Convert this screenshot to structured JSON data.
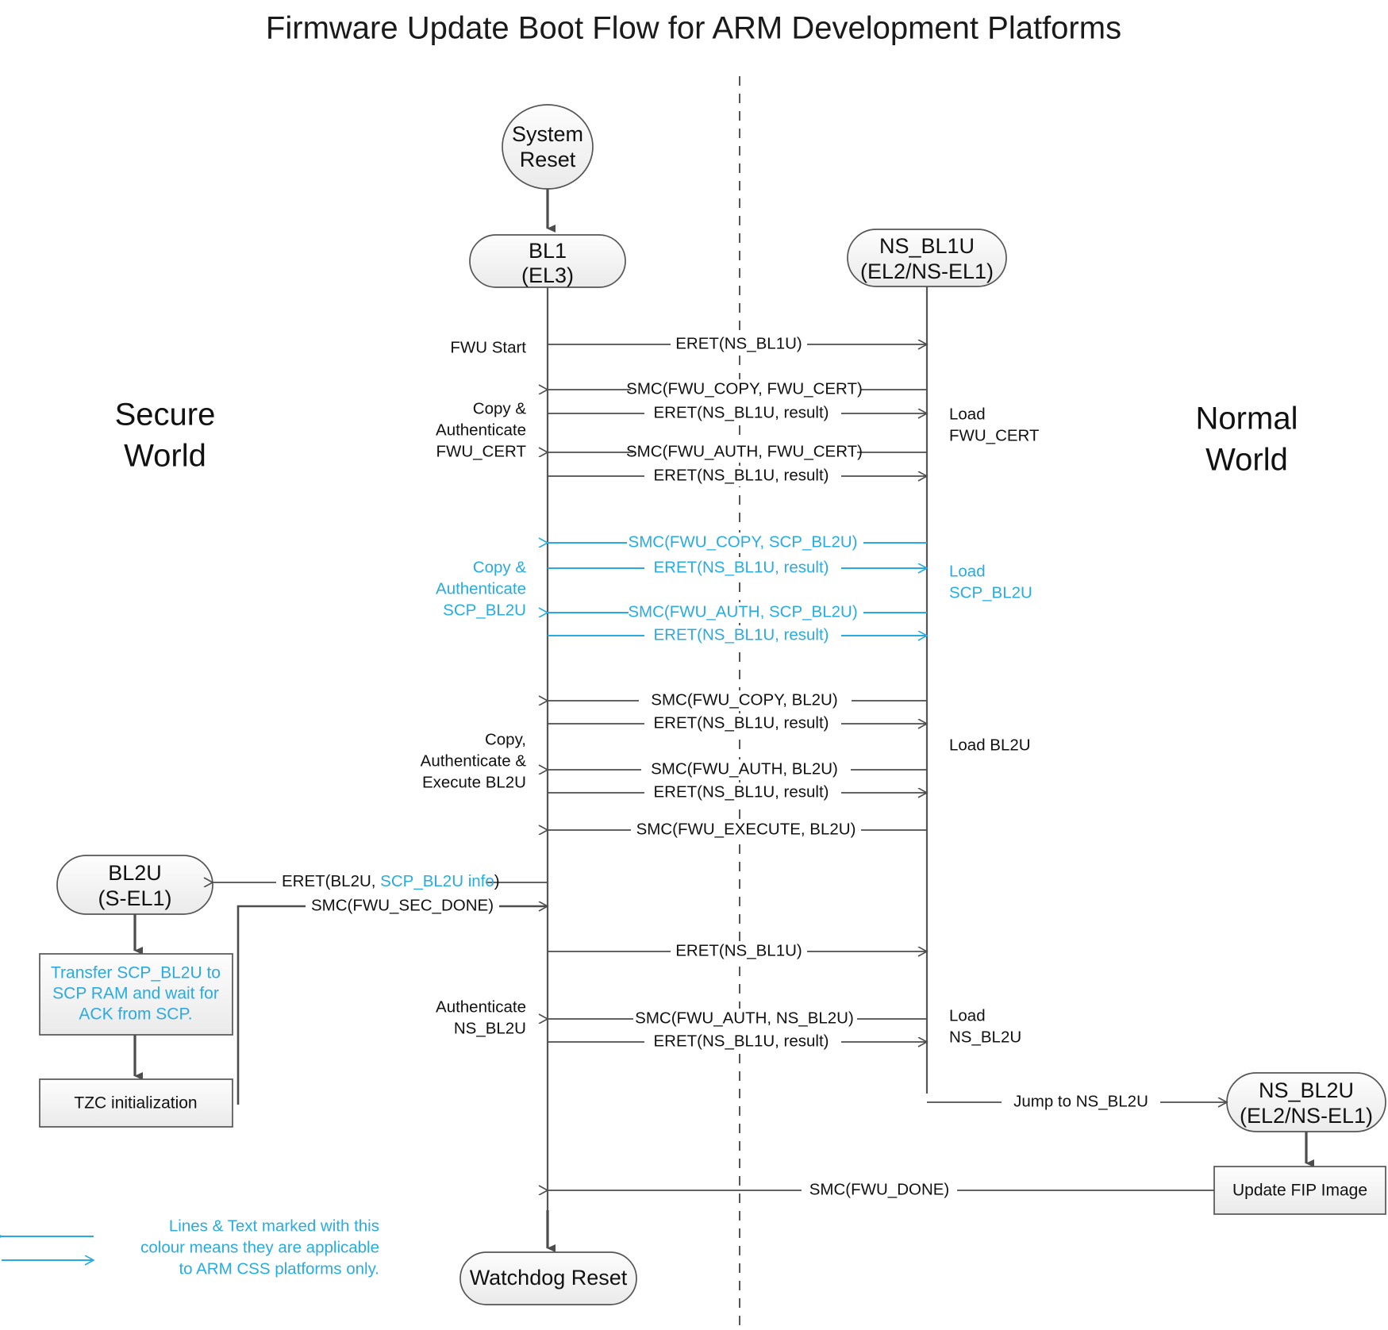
{
  "title": "Firmware Update Boot Flow for ARM Development Platforms",
  "colors": {
    "css_highlight": "#29ABE2",
    "line": "#4d4d4d",
    "text": "#111111",
    "node_fill": "#f2f2f2"
  },
  "worlds": {
    "secure_line1": "Secure",
    "secure_line2": "World",
    "normal_line1": "Normal",
    "normal_line2": "World"
  },
  "nodes": {
    "system_reset_line1": "System",
    "system_reset_line2": "Reset",
    "bl1_line1": "BL1",
    "bl1_line2": "(EL3)",
    "ns_bl1u_line1": "NS_BL1U",
    "ns_bl1u_line2": "(EL2/NS-EL1)",
    "bl2u_line1": "BL2U",
    "bl2u_line2": "(S-EL1)",
    "ns_bl2u_line1": "NS_BL2U",
    "ns_bl2u_line2": "(EL2/NS-EL1)",
    "watchdog_reset": "Watchdog Reset",
    "transfer_box_line1": "Transfer SCP_BL2U to",
    "transfer_box_line2": "SCP RAM and wait for",
    "transfer_box_line3": "ACK from SCP.",
    "tzc_box": "TZC initialization",
    "update_fip_box": "Update FIP Image"
  },
  "messages": [
    {
      "id": "m1",
      "label": "ERET(NS_BL1U)",
      "dir": "right",
      "highlight": false
    },
    {
      "id": "m2",
      "label": "SMC(FWU_COPY, FWU_CERT)",
      "dir": "left",
      "highlight": false
    },
    {
      "id": "m3",
      "label": "ERET(NS_BL1U, result)",
      "dir": "right",
      "highlight": false
    },
    {
      "id": "m4",
      "label": "SMC(FWU_AUTH, FWU_CERT)",
      "dir": "left",
      "highlight": false
    },
    {
      "id": "m5",
      "label": "ERET(NS_BL1U, result)",
      "dir": "right",
      "highlight": false
    },
    {
      "id": "m6",
      "label": "SMC(FWU_COPY, SCP_BL2U)",
      "dir": "left",
      "highlight": true
    },
    {
      "id": "m7",
      "label": "ERET(NS_BL1U, result)",
      "dir": "right",
      "highlight": true
    },
    {
      "id": "m8",
      "label": "SMC(FWU_AUTH, SCP_BL2U)",
      "dir": "left",
      "highlight": true
    },
    {
      "id": "m9",
      "label": "ERET(NS_BL1U, result)",
      "dir": "right",
      "highlight": true
    },
    {
      "id": "m10",
      "label": "SMC(FWU_COPY, BL2U)",
      "dir": "left",
      "highlight": false
    },
    {
      "id": "m11",
      "label": "ERET(NS_BL1U, result)",
      "dir": "right",
      "highlight": false
    },
    {
      "id": "m12",
      "label": "SMC(FWU_AUTH, BL2U)",
      "dir": "left",
      "highlight": false
    },
    {
      "id": "m13",
      "label": "ERET(NS_BL1U, result)",
      "dir": "right",
      "highlight": false
    },
    {
      "id": "m14",
      "label": "SMC(FWU_EXECUTE, BL2U)",
      "dir": "left",
      "highlight": false
    },
    {
      "id": "m15",
      "label": "ERET(NS_BL1U)",
      "dir": "right",
      "highlight": false
    },
    {
      "id": "m16",
      "label": "SMC(FWU_AUTH, NS_BL2U)",
      "dir": "left",
      "highlight": false
    },
    {
      "id": "m17",
      "label": "ERET(NS_BL1U, result)",
      "dir": "right",
      "highlight": false
    },
    {
      "id": "m18",
      "label": "Jump to NS_BL2U",
      "dir": "right",
      "highlight": false
    },
    {
      "id": "m19",
      "label": "SMC(FWU_DONE)",
      "dir": "left",
      "highlight": false
    },
    {
      "id": "m20",
      "label": "SMC(FWU_SEC_DONE)",
      "dir": "right",
      "highlight": false
    }
  ],
  "eret_bl2u": {
    "prefix": "ERET(BL2U, ",
    "highlight_part": "SCP_BL2U info",
    "suffix": ")"
  },
  "left_annotations": [
    {
      "id": "a1",
      "lines": [
        "FWU Start"
      ],
      "highlight": false
    },
    {
      "id": "a2",
      "lines": [
        "Copy &",
        "Authenticate",
        "FWU_CERT"
      ],
      "highlight": false
    },
    {
      "id": "a3",
      "lines": [
        "Copy &",
        "Authenticate",
        "SCP_BL2U"
      ],
      "highlight": true
    },
    {
      "id": "a4",
      "lines": [
        "Copy,",
        "Authenticate &",
        "Execute BL2U"
      ],
      "highlight": false
    },
    {
      "id": "a5",
      "lines": [
        "Authenticate",
        "NS_BL2U"
      ],
      "highlight": false
    }
  ],
  "right_annotations": [
    {
      "id": "r1",
      "lines": [
        "Load",
        "FWU_CERT"
      ],
      "highlight": false
    },
    {
      "id": "r2",
      "lines": [
        "Load",
        "SCP_BL2U"
      ],
      "highlight": true
    },
    {
      "id": "r3",
      "lines": [
        "Load BL2U"
      ],
      "highlight": false
    },
    {
      "id": "r4",
      "lines": [
        "Load",
        "NS_BL2U"
      ],
      "highlight": false
    }
  ],
  "legend": {
    "line1": "Lines & Text marked with this",
    "line2": "colour means they are applicable",
    "line3": "to ARM CSS platforms only."
  }
}
